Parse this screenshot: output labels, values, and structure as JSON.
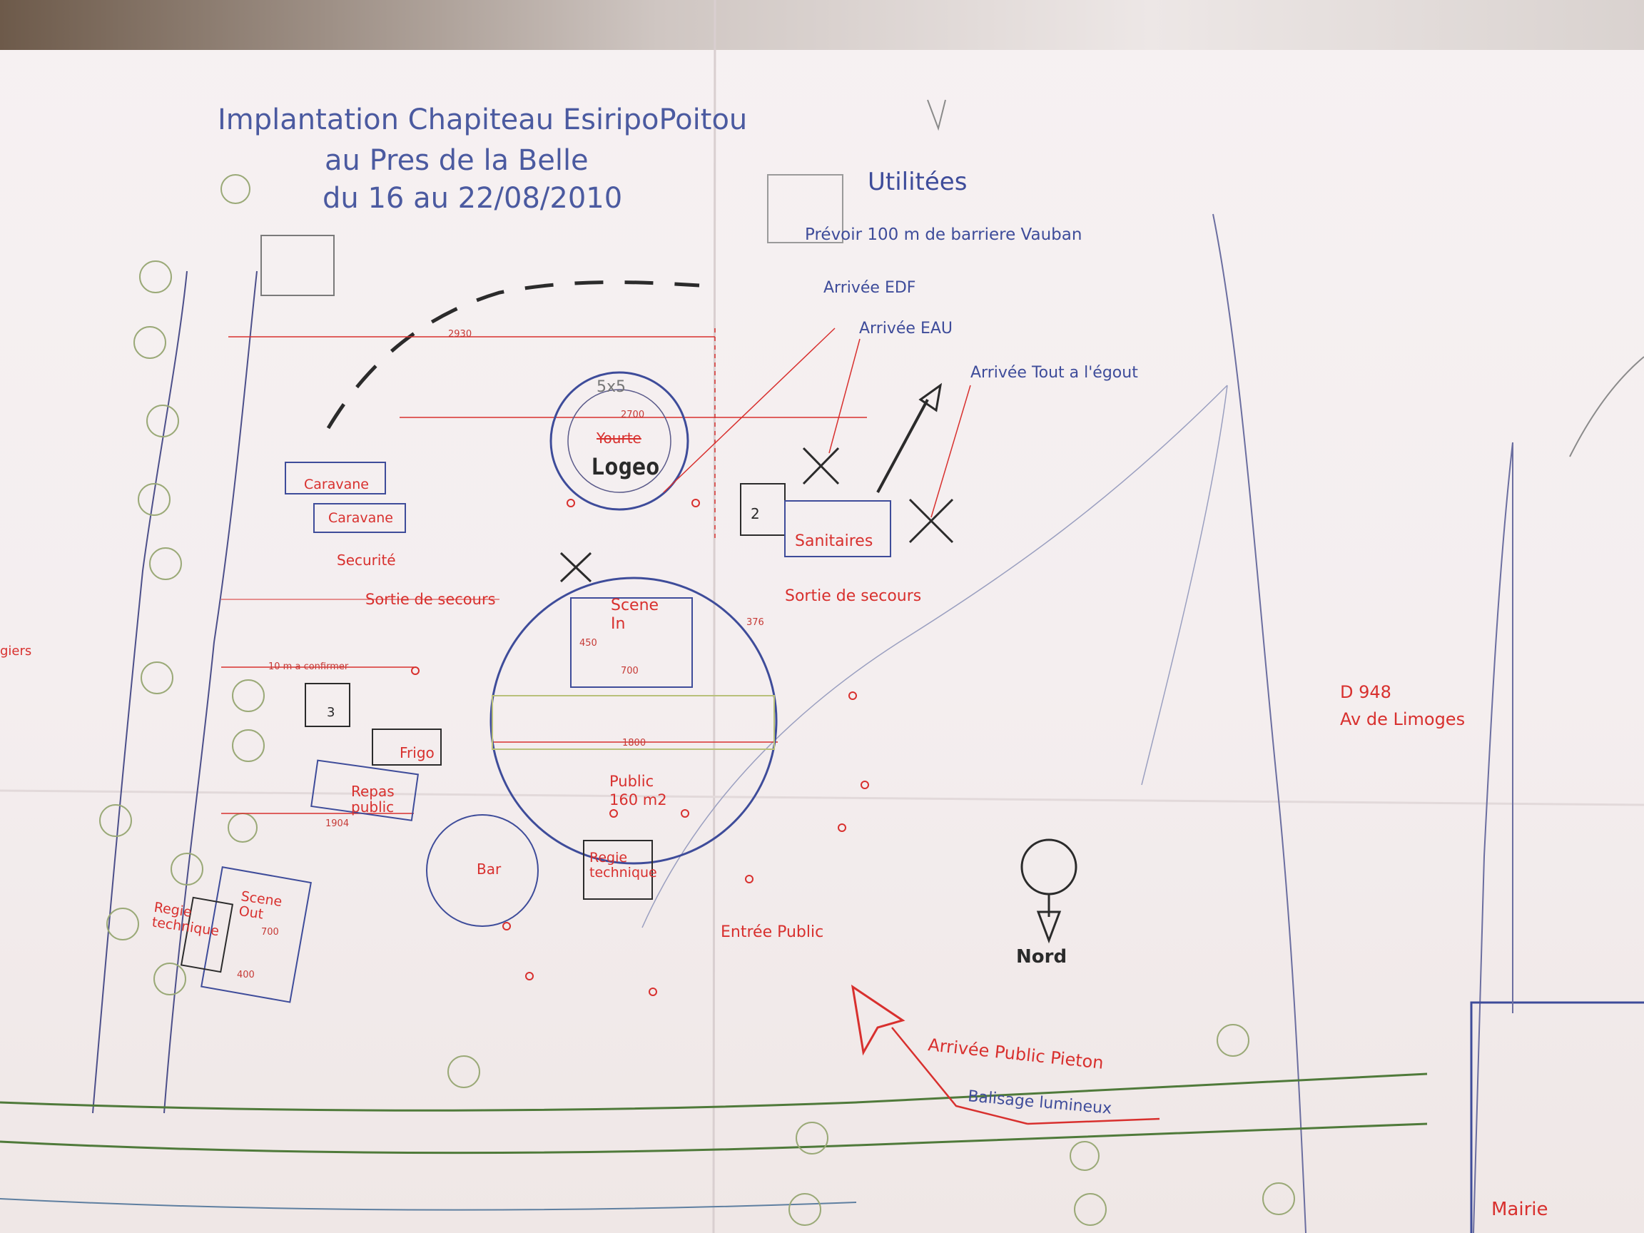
{
  "title": {
    "line1": "Implantation Chapiteau EsiripoPoitou",
    "line2": "au Pres de la Belle",
    "line3": "du 16 au 22/08/2010"
  },
  "utilities": {
    "heading": "Utilitées",
    "barrier_note": "Prévoir 100 m de barriere Vauban",
    "edf": "Arrivée EDF",
    "eau": "Arrivée EAU",
    "egout": "Arrivée Tout a l'égout"
  },
  "zones": {
    "caravane_1": "Caravane",
    "caravane_2": "Caravane",
    "securite": "Securité",
    "sortie_secours_left": "Sortie de secours",
    "sortie_secours_right": "Sortie de secours",
    "scene_in": "Scene\nIn",
    "sanitaires": "Sanitaires",
    "box_2": "2",
    "box_3": "3",
    "frigo": "Frigo",
    "repas": "Repas\npublic",
    "public": "Public\n160 m2",
    "bar": "Bar",
    "regie_center": "Regie\ntechnique",
    "regie_left": "Regie\ntechnique",
    "scene_out": "Scene\nOut",
    "entree_public": "Entrée Public",
    "arrivee_pieton": "Arrivée Public Pieton",
    "balisage": "Balisage lumineux",
    "nord": "Nord",
    "road_1": "D 948",
    "road_2": "Av de Limoges",
    "mairie": "Mairie",
    "logo_yurt": "Logeo",
    "yourte": "Yourte",
    "yurt_size": "5x5",
    "left_cut": "giers"
  },
  "dimensions": {
    "d2930": "2930",
    "d2700": "2700",
    "d450": "450",
    "d700a": "700",
    "d376": "376",
    "d1800": "1800",
    "d1904": "1904",
    "d700b": "700",
    "d400": "400",
    "note_10m": "10 m a confirmer"
  },
  "colors": {
    "ink_blue": "#3e4c9a",
    "ink_red": "#d8302e",
    "pencil": "#2b2b2b",
    "tree_green": "#9aa977",
    "road_green": "#4f7a3a"
  },
  "icons": [
    "north-arrow-icon",
    "tree-icon",
    "pedestrian-arrow-icon"
  ]
}
